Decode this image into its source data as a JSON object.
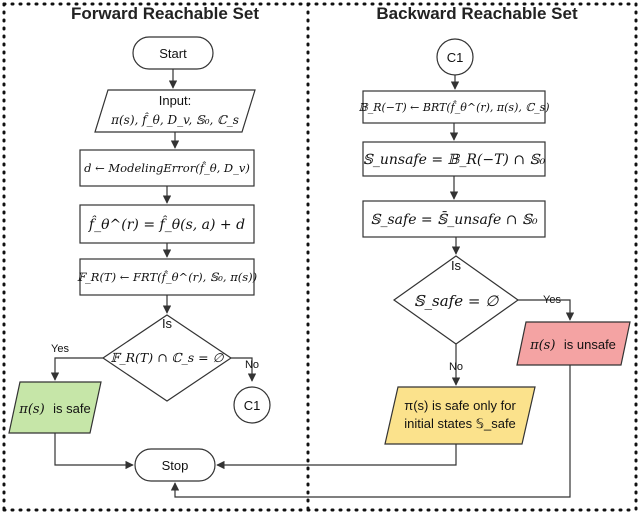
{
  "sections": {
    "left_title": "Forward Reachable Set",
    "right_title": "Backward Reachable Set"
  },
  "forward": {
    "start": "Start",
    "input_line1": "Input:",
    "input_line2": "π(s), f̂_θ, D_v, 𝕊₀, ℂ_s",
    "modeling_error": "d ← ModelingError(f̂_θ, D_v)",
    "fhat_r": "f̂_θ^(r) = f̂_θ(s, a) + d",
    "frt": "𝔽_R(T) ← FRT(f̂_θ^(r), 𝕊₀, π(s))",
    "decision_is": "Is",
    "decision": "𝔽_R(T) ∩ ℂ_s = ∅",
    "yes": "Yes",
    "no": "No",
    "safe_prefix": "π(s)",
    "safe_suffix": "is safe",
    "connector": "C1"
  },
  "backward": {
    "connector": "C1",
    "brt": "𝔹_R(−T) ← BRT(f̂_θ^(r), π(s), ℂ_s)",
    "unsafe_set": "𝕊_unsafe = 𝔹_R(−T) ∩ 𝕊₀",
    "safe_set": "𝕊_safe = 𝕊̄_unsafe ∩ 𝕊₀",
    "decision_is": "Is",
    "decision": "𝕊_safe = ∅",
    "yes": "Yes",
    "no": "No",
    "unsafe_prefix": "π(s)",
    "unsafe_suffix": "is unsafe",
    "safe_only_line1": "π(s) is safe only for",
    "safe_only_line2": "initial states 𝕊_safe"
  },
  "stop": "Stop",
  "colors": {
    "safe_green": "#c6e6a8",
    "unsafe_red": "#f4a3a3",
    "safe_yellow": "#fbe28c",
    "stroke": "#333333"
  }
}
